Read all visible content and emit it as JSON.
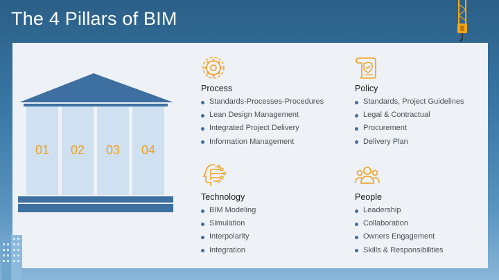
{
  "slide": {
    "title": "The 4 Pillars of BIM"
  },
  "pillars": {
    "numbers": [
      "01",
      "02",
      "03",
      "04"
    ]
  },
  "sections": {
    "process": {
      "icon": "gear-icon",
      "title": "Process",
      "items": [
        "Standards-Processes-Procedures",
        "Lean Design Management",
        "Integrated Project Delivery",
        "Information Management"
      ]
    },
    "policy": {
      "icon": "document-shield-icon",
      "title": "Policy",
      "items": [
        "Standards, Project Guidelines",
        "Legal & Contractual",
        "Procurement",
        "Delivery Plan"
      ]
    },
    "technology": {
      "icon": "circuit-head-icon",
      "title": "Technology",
      "items": [
        "BIM Modeling",
        "Simulation",
        "Interpolarity",
        "Integration"
      ]
    },
    "people": {
      "icon": "people-group-icon",
      "title": "People",
      "items": [
        "Leadership",
        "Collaboration",
        "Owners Engagement",
        "Skills & Responsibilities"
      ]
    }
  },
  "colors": {
    "accent_orange": "#f0a020",
    "pillar_blue": "#cfe0f0",
    "roof_blue": "#3d6fa0",
    "bullet_blue": "#3d6fa0"
  }
}
